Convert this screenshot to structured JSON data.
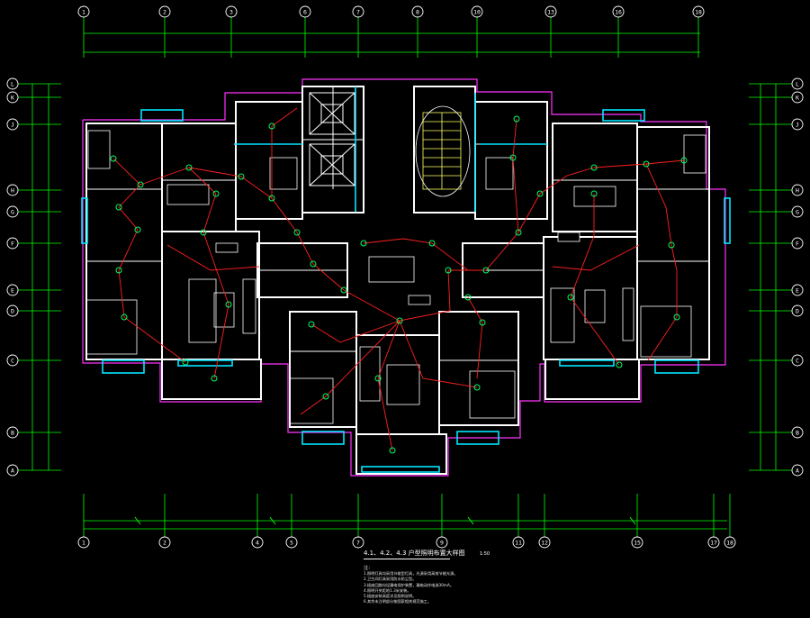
{
  "colors": {
    "background": "#000000",
    "grid": "#00ff00",
    "bubble": "#ffffff",
    "wall": "#ffffff",
    "outline": "#ff33ff",
    "wiring": "#ff2020",
    "window": "#00e5ff",
    "fixture": "#00ff66",
    "stair": "#ffff66"
  },
  "axes": {
    "top": [
      "1",
      "2",
      "3",
      "6",
      "7",
      "8",
      "10",
      "13",
      "16",
      "18"
    ],
    "bottom": [
      "1",
      "2",
      "4",
      "5",
      "7",
      "9",
      "11",
      "12",
      "15",
      "17",
      "18"
    ],
    "left": [
      "L",
      "K",
      "J",
      "H",
      "G",
      "F",
      "E",
      "D",
      "C",
      "B",
      "A"
    ],
    "right": [
      "L",
      "K",
      "J",
      "H",
      "G",
      "F",
      "E",
      "D",
      "C",
      "B",
      "A"
    ]
  },
  "drawing_title": {
    "text": "4.1、4.2、4.3 户型照明布置大样图",
    "scale": "1:50"
  },
  "notes": {
    "heading": "注：",
    "lines": [
      "1.照明灯具均采用节能型灯具，光源采用高效节能光源。",
      "2.卫生间灯具采用防水防尘型。",
      "3.插座回路均设漏电保护装置，漏电动作电流30mA。",
      "4.照明开关距地1.3米安装。",
      "5.插座安装高度详见图例说明。",
      "6.其余未注明部分按国家相关规范施工。"
    ]
  }
}
